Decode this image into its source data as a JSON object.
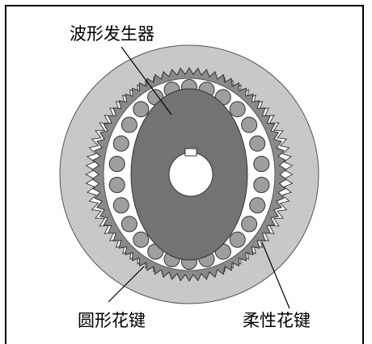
{
  "labels": {
    "wave_generator": "波形发生器",
    "circular_spline": "圆形花键",
    "flexible_spline": "柔性花键"
  },
  "colors": {
    "outer_ring": "#c8c8c8",
    "flex_band": "#808080",
    "generator": "#737373",
    "ball": "#9e9e9e",
    "background": "#ffffff",
    "line": "#000000"
  }
}
